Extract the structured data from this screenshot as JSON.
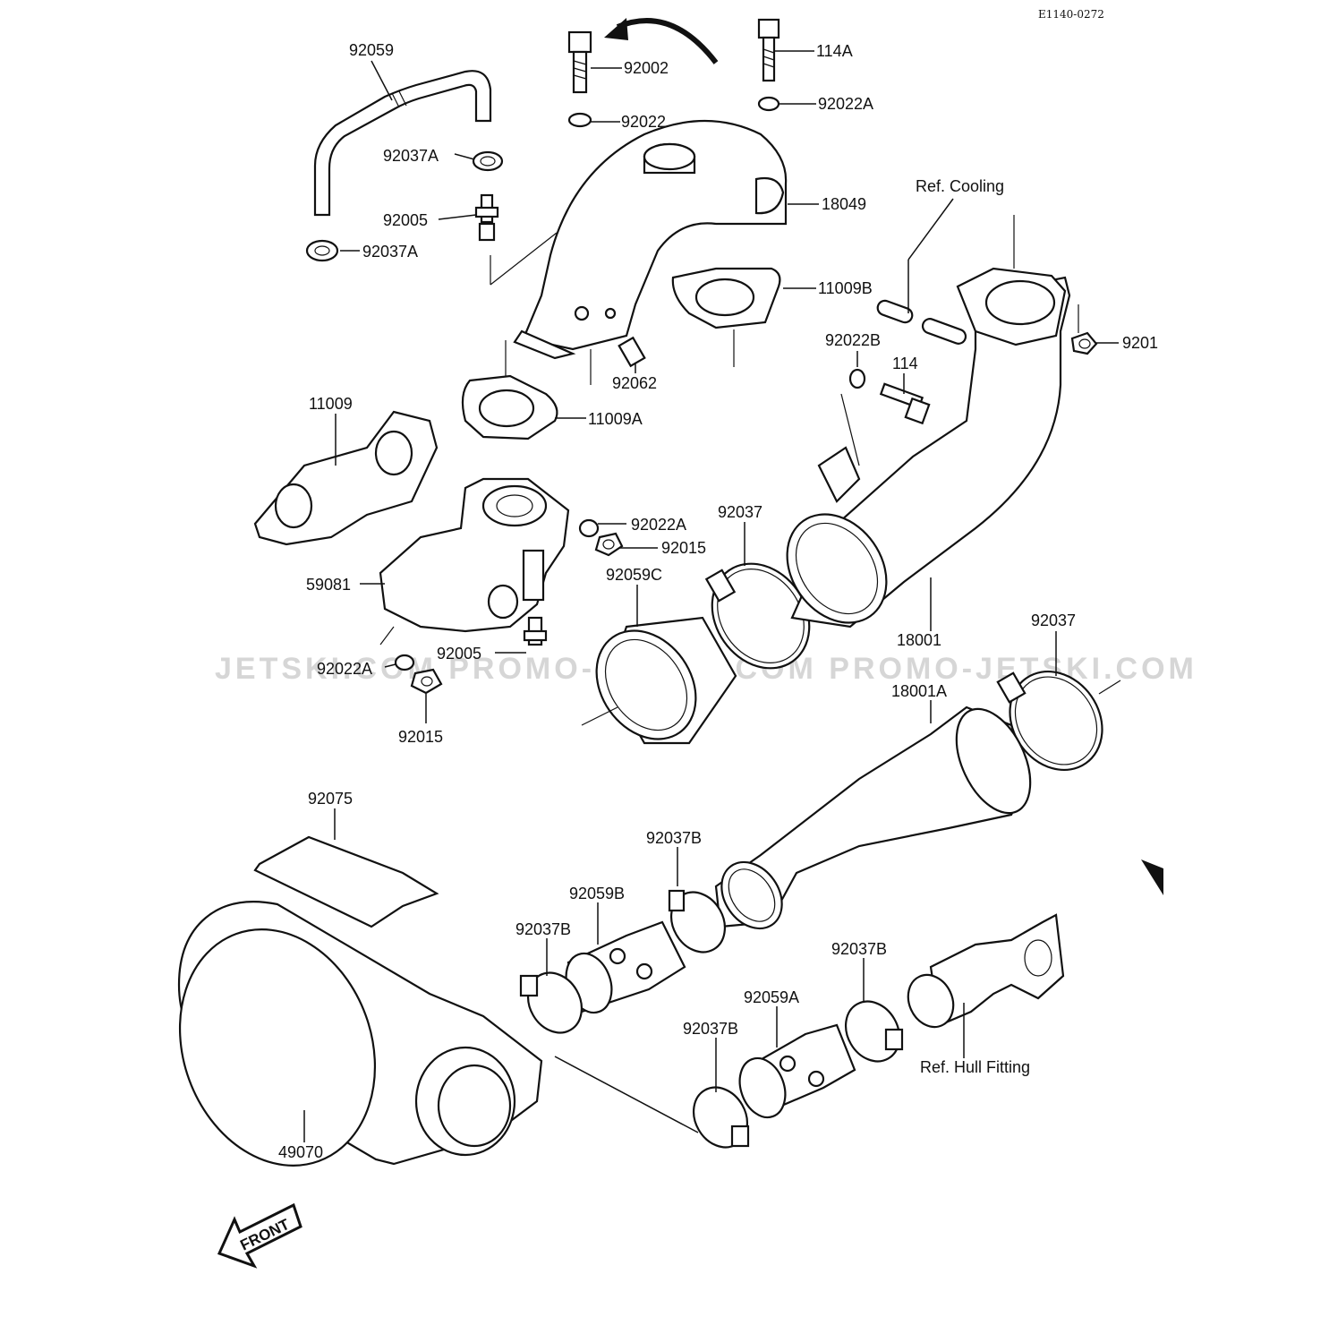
{
  "figure_id": "E1140-0272",
  "watermark": "JETSKI.COM  PROMO-JETSKI.COM  PROMO-JETSKI.COM",
  "front_label": "FRONT",
  "labels": {
    "p92059": "92059",
    "p92002": "92002",
    "p114A": "114A",
    "p92022": "92022",
    "p92022A_top": "92022A",
    "p92037A_1": "92037A",
    "p18049": "18049",
    "p92005": "92005",
    "p92037A_2": "92037A",
    "ref_cooling": "Ref. Cooling",
    "p11009B": "11009B",
    "p9201": "9201",
    "p92022B": "92022B",
    "p114": "114",
    "p92062": "92062",
    "p11009": "11009",
    "p11009A": "11009A",
    "p92022A_mid": "92022A",
    "p92037_1": "92037",
    "p92015_mid": "92015",
    "p92059C": "92059C",
    "p59081": "59081",
    "p18001": "18001",
    "p92037_2": "92037",
    "p92005_low": "92005",
    "p92022A_low": "92022A",
    "p18001A": "18001A",
    "p92015_low": "92015",
    "p92075": "92075",
    "p92037B_1": "92037B",
    "p92059B": "92059B",
    "p92037B_2": "92037B",
    "p92037B_3": "92037B",
    "p92059A": "92059A",
    "p92037B_4": "92037B",
    "ref_hull": "Ref. Hull Fitting",
    "p49070": "49070"
  }
}
